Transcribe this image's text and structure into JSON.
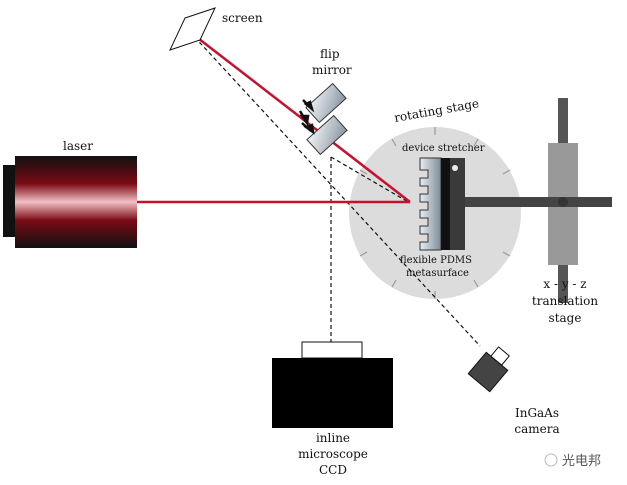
{
  "labels": {
    "laser": "laser",
    "screen": "screen",
    "flip_mirror_1": "flip",
    "flip_mirror_2": "mirror",
    "rotating_stage": "rotating stage",
    "device_stretcher": "device stretcher",
    "pdms_1": "flexible PDMS",
    "pdms_2": "metasurface",
    "translation_1": "x - y - z",
    "translation_2": "translation",
    "translation_3": "stage",
    "ccd_1": "inline",
    "ccd_2": "microscope",
    "ccd_3": "CCD",
    "ingaas_1": "InGaAs",
    "ingaas_2": "camera"
  },
  "watermark": "光电邦",
  "colors": {
    "beam": "#c8102e",
    "stage": "#dcdcdc",
    "dark": "#3a3a3a"
  }
}
